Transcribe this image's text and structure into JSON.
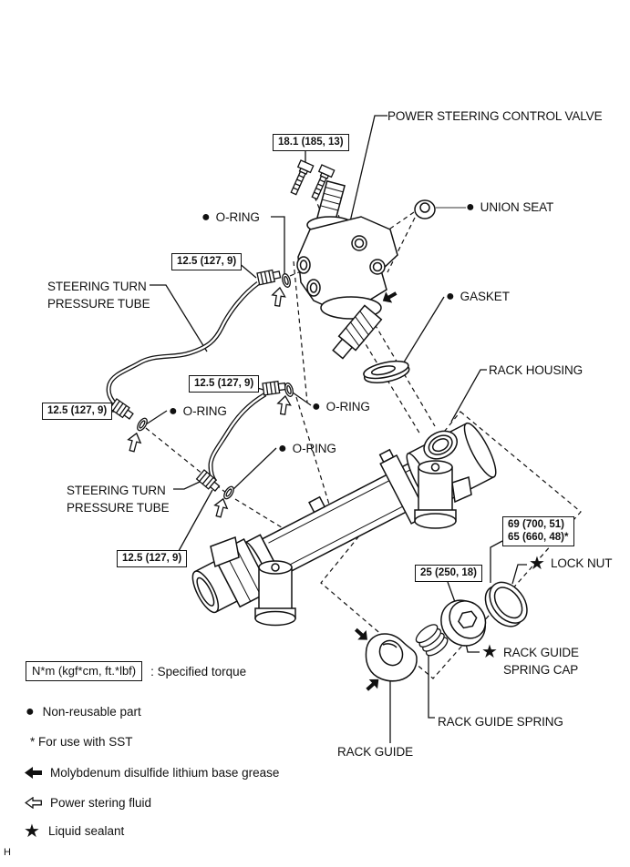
{
  "diagram": {
    "part_labels": {
      "control_valve": "POWER STEERING CONTROL VALVE",
      "union_seat": "UNION SEAT",
      "o_ring": "O-RING",
      "gasket": "GASKET",
      "rack_housing": "RACK HOUSING",
      "pressure_tube_line1": "STEERING TURN",
      "pressure_tube_line2": "PRESSURE TUBE",
      "lock_nut": "LOCK NUT",
      "spring_cap_line1": "RACK GUIDE",
      "spring_cap_line2": "SPRING CAP",
      "rack_guide_spring": "RACK GUIDE SPRING",
      "rack_guide": "RACK GUIDE"
    },
    "torque_specs": {
      "valve_bolts": "18.1 (185, 13)",
      "pressure_tube": "12.5 (127, 9)",
      "spring_cap": "25 (250, 18)",
      "lock_nut_std": "69 (700, 51)",
      "lock_nut_sst": "65 (660, 48)*"
    },
    "marker_icons": {
      "non_reusable": "●",
      "sealant": "★"
    }
  },
  "legend": {
    "torque_unit_box": "N*m (kgf*cm, ft.*lbf)",
    "torque_label": ": Specified torque",
    "non_reusable_icon": "●",
    "non_reusable": "Non-reusable part",
    "sst_note": "* For use with SST",
    "moly_grease": "Molybdenum disulfide lithium base grease",
    "power_steering_fluid": "Power stering fluid",
    "sealant_icon": "★",
    "liquid_sealant": "Liquid sealant"
  },
  "footer": {
    "page_marker": "H"
  }
}
